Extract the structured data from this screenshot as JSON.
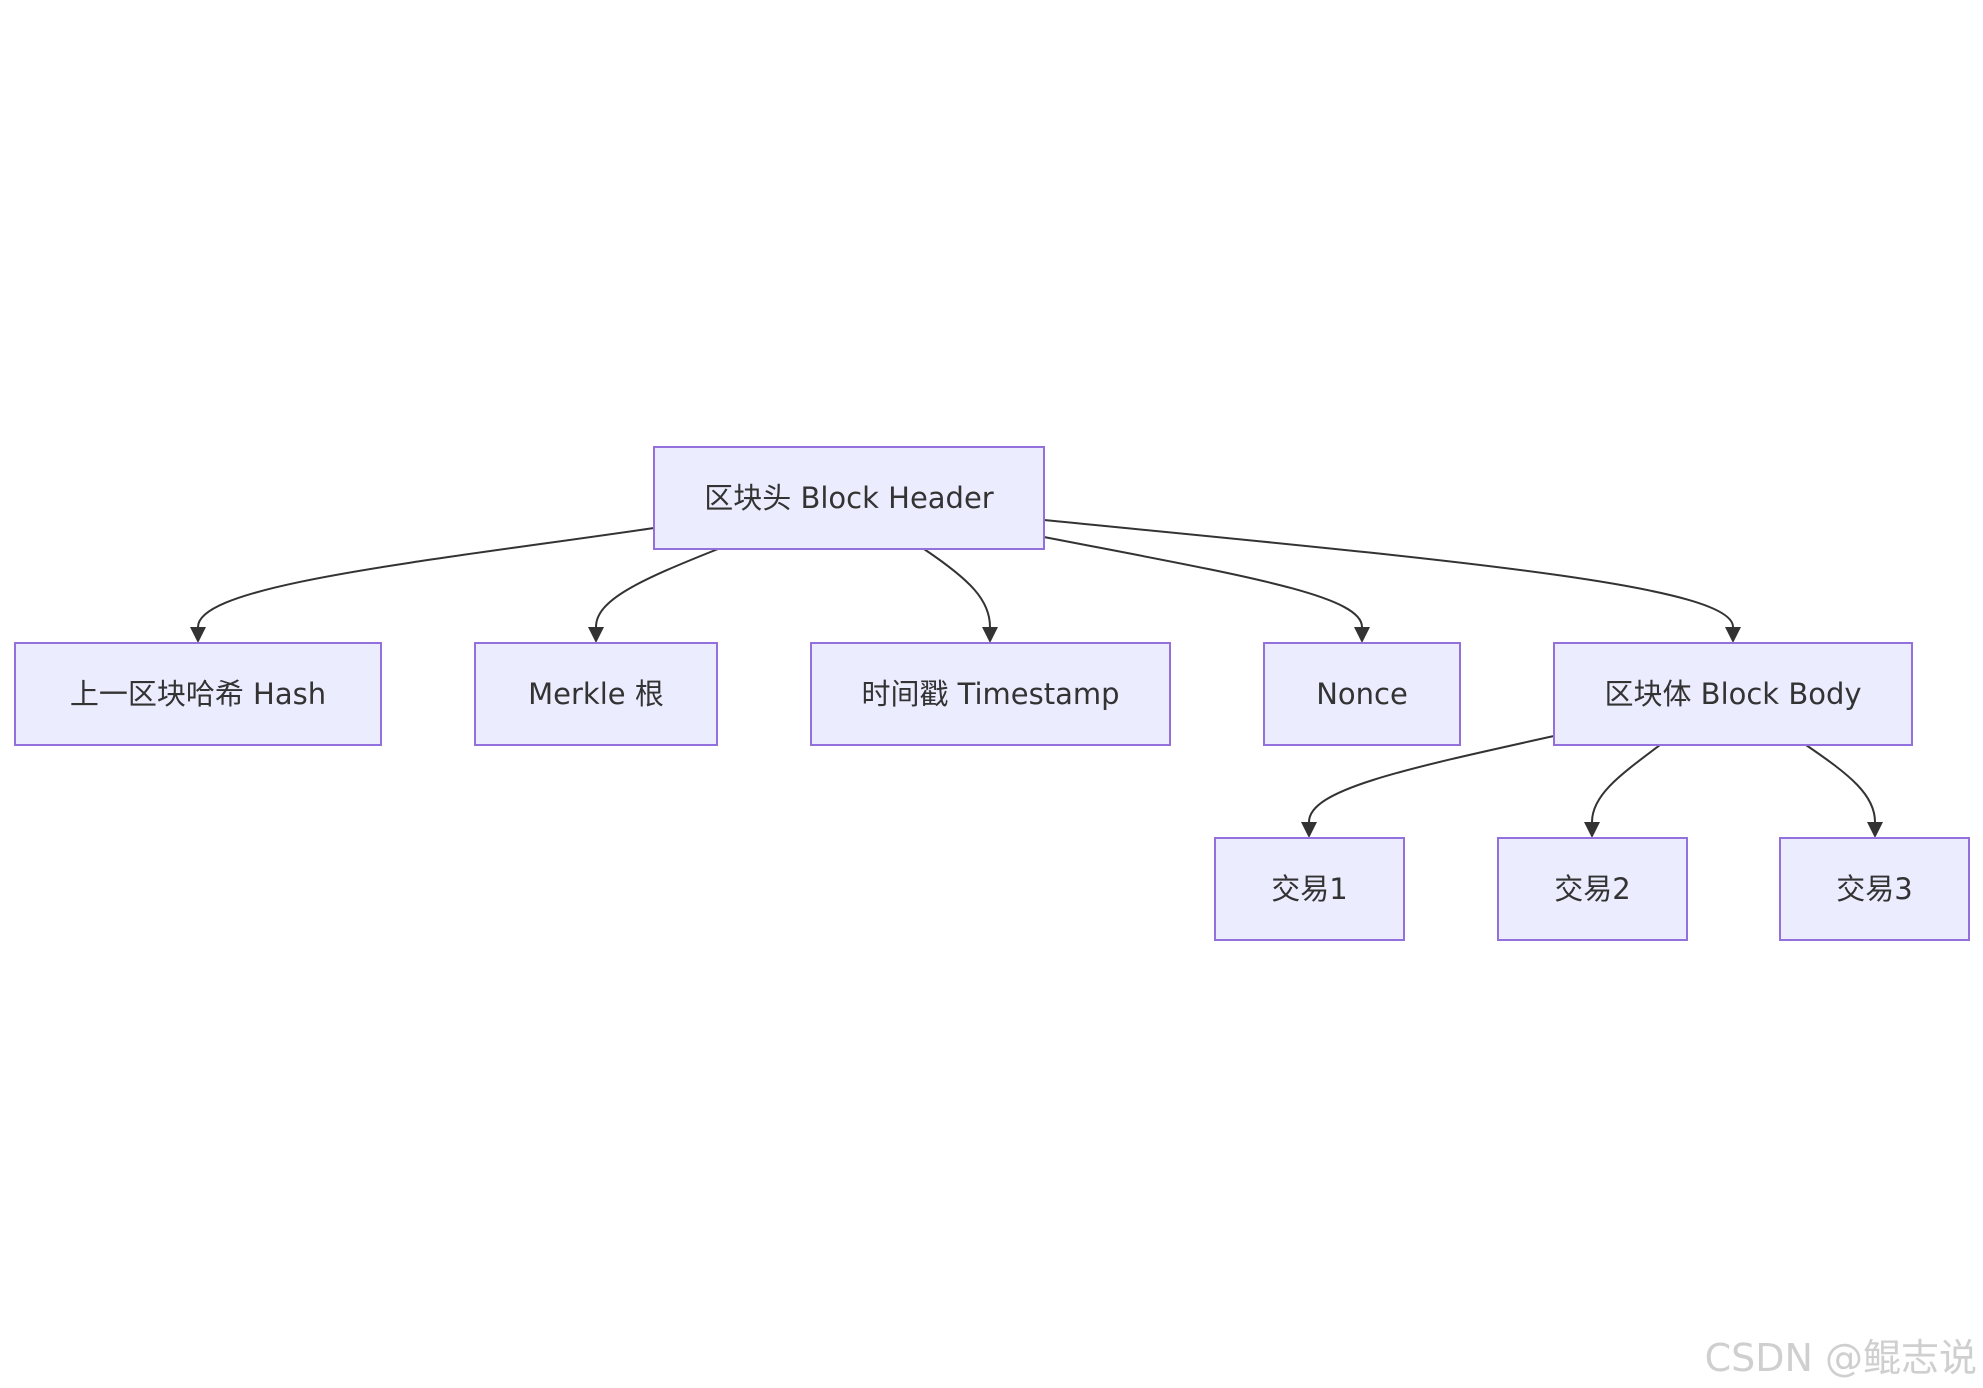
{
  "diagram": {
    "type": "flowchart-top-down",
    "colors": {
      "node_fill": "#ececff",
      "node_stroke": "#9370db",
      "edge": "#333333",
      "text": "#333333"
    },
    "nodes": [
      {
        "id": "header",
        "label": "区块头 Block Header"
      },
      {
        "id": "prev_hash",
        "label": "上一区块哈希 Hash"
      },
      {
        "id": "merkle",
        "label": "Merkle 根"
      },
      {
        "id": "timestamp",
        "label": "时间戳 Timestamp"
      },
      {
        "id": "nonce",
        "label": "Nonce"
      },
      {
        "id": "body",
        "label": "区块体 Block Body"
      },
      {
        "id": "tx1",
        "label": "交易1"
      },
      {
        "id": "tx2",
        "label": "交易2"
      },
      {
        "id": "tx3",
        "label": "交易3"
      }
    ],
    "edges": [
      {
        "from": "header",
        "to": "prev_hash"
      },
      {
        "from": "header",
        "to": "merkle"
      },
      {
        "from": "header",
        "to": "timestamp"
      },
      {
        "from": "header",
        "to": "nonce"
      },
      {
        "from": "header",
        "to": "body"
      },
      {
        "from": "body",
        "to": "tx1"
      },
      {
        "from": "body",
        "to": "tx2"
      },
      {
        "from": "body",
        "to": "tx3"
      }
    ]
  },
  "watermark": "CSDN @鲲志说"
}
